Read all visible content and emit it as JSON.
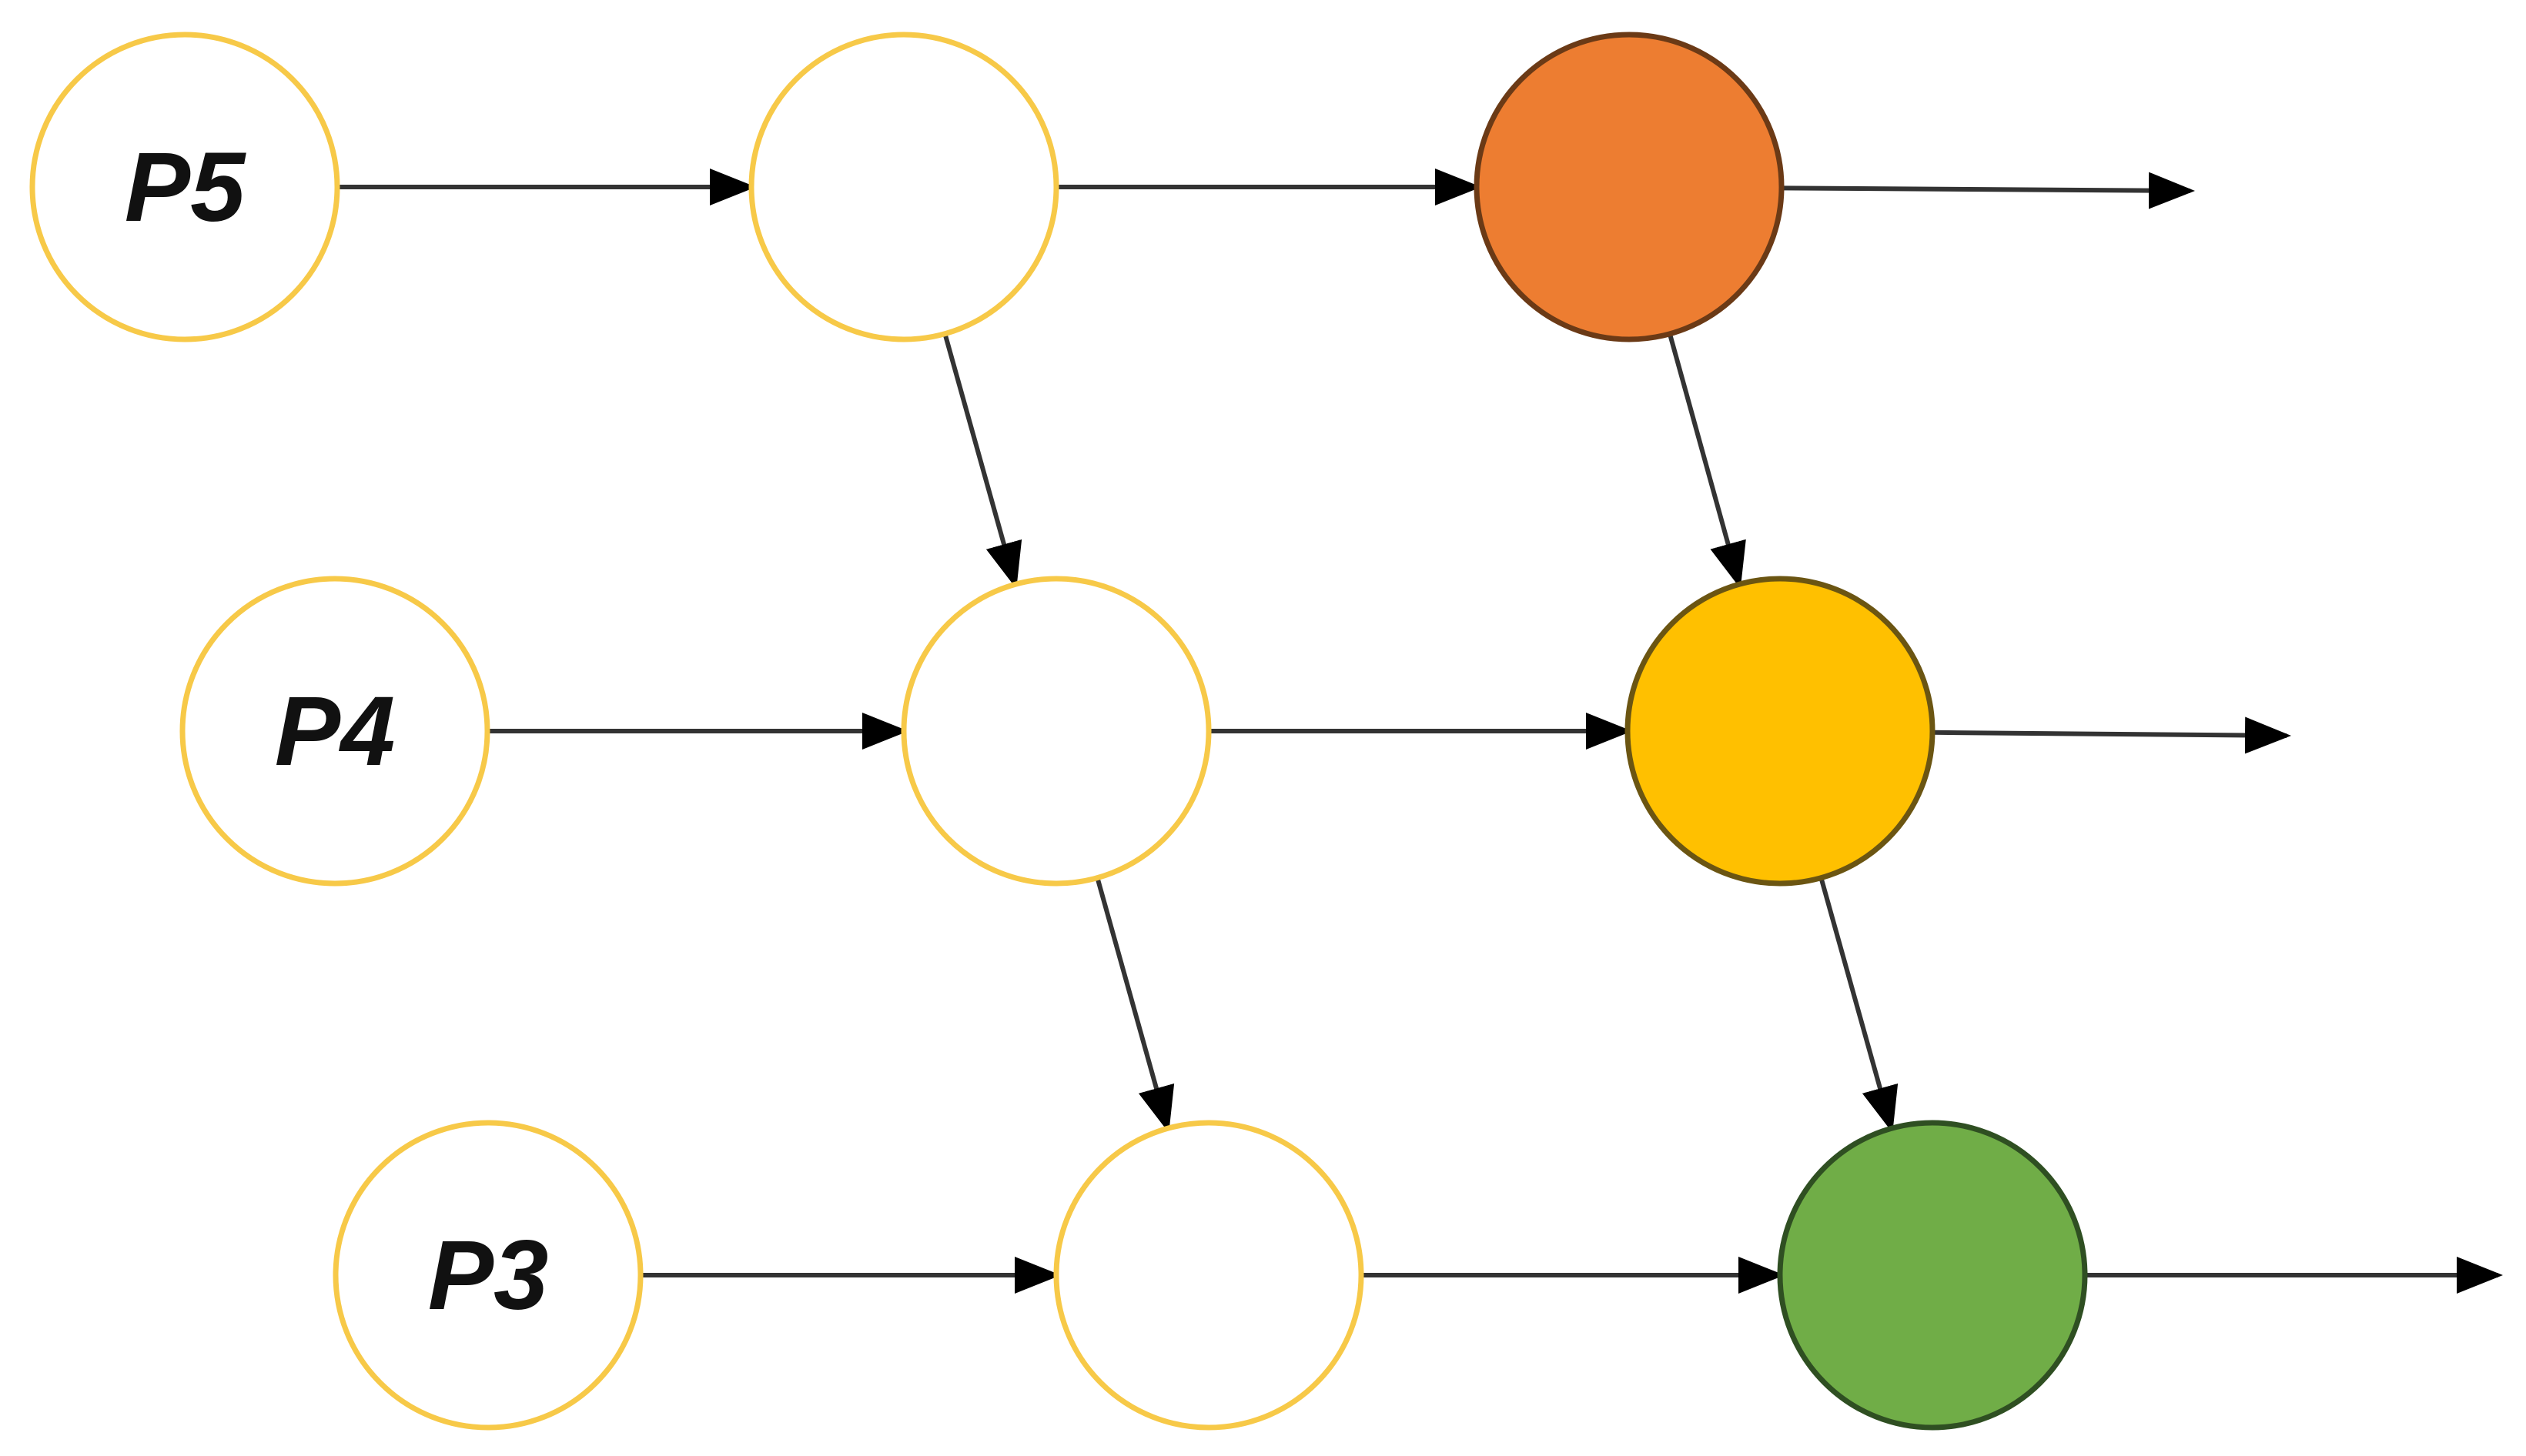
{
  "diagram": {
    "nodes": [
      {
        "id": "p5-input",
        "label": "P5",
        "fill": "#ffffff",
        "stroke": "#f7c948"
      },
      {
        "id": "p5-mid",
        "label": "",
        "fill": "#ffffff",
        "stroke": "#f7c948"
      },
      {
        "id": "p5-out",
        "label": "",
        "fill": "#ed7d31",
        "stroke": "#6b3a16"
      },
      {
        "id": "p4-input",
        "label": "P4",
        "fill": "#ffffff",
        "stroke": "#f7c948"
      },
      {
        "id": "p4-mid",
        "label": "",
        "fill": "#ffffff",
        "stroke": "#f7c948"
      },
      {
        "id": "p4-out",
        "label": "",
        "fill": "#ffc000",
        "stroke": "#6b5512"
      },
      {
        "id": "p3-input",
        "label": "P3",
        "fill": "#ffffff",
        "stroke": "#f7c948"
      },
      {
        "id": "p3-mid",
        "label": "",
        "fill": "#ffffff",
        "stroke": "#f7c948"
      },
      {
        "id": "p3-out",
        "label": "",
        "fill": "#70ad47",
        "stroke": "#2f4f22"
      }
    ],
    "edges": [
      {
        "from": "p5-input",
        "to": "p5-mid"
      },
      {
        "from": "p5-mid",
        "to": "p5-out"
      },
      {
        "from": "p5-out",
        "to": "p5-exit"
      },
      {
        "from": "p4-input",
        "to": "p4-mid"
      },
      {
        "from": "p4-mid",
        "to": "p4-out"
      },
      {
        "from": "p4-out",
        "to": "p4-exit"
      },
      {
        "from": "p3-input",
        "to": "p3-mid"
      },
      {
        "from": "p3-mid",
        "to": "p3-out"
      },
      {
        "from": "p3-out",
        "to": "p3-exit"
      },
      {
        "from": "p5-mid",
        "to": "p4-mid"
      },
      {
        "from": "p4-mid",
        "to": "p3-mid"
      },
      {
        "from": "p5-out",
        "to": "p4-out"
      },
      {
        "from": "p4-out",
        "to": "p3-out"
      }
    ],
    "colors": {
      "edge": "#333333",
      "arrowhead": "#000000"
    }
  }
}
